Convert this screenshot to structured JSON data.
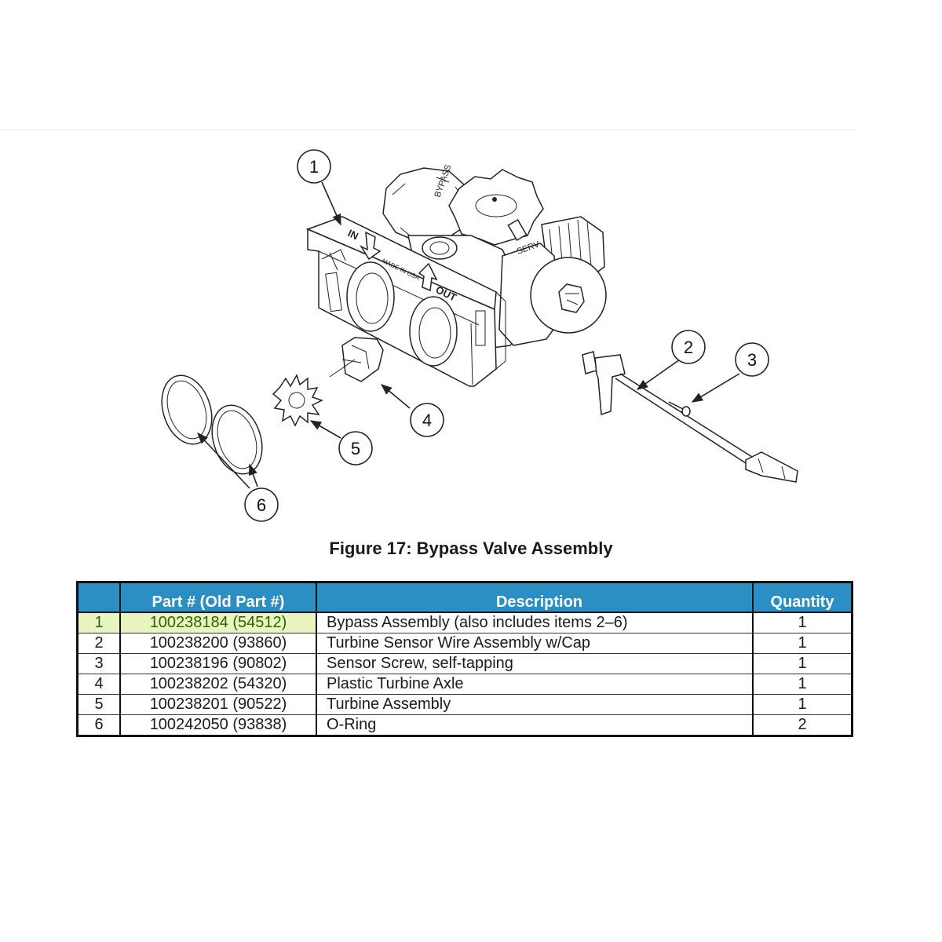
{
  "figure": {
    "caption": "Figure 17: Bypass Valve Assembly",
    "callouts": [
      "1",
      "2",
      "3",
      "4",
      "5",
      "6"
    ],
    "body_markings": {
      "in_label": "IN",
      "out_label": "OUT",
      "made_in": "MADE IN USA"
    }
  },
  "table": {
    "headers": {
      "item": "",
      "part": "Part # (Old Part #)",
      "description": "Description",
      "quantity": "Quantity"
    },
    "header_color": "#2c8fc4",
    "highlight_color": "#e8f5bf",
    "rows": [
      {
        "item": "1",
        "part": "100238184 (54512)",
        "description": "Bypass Assembly (also includes items 2–6)",
        "quantity": "1"
      },
      {
        "item": "2",
        "part": "100238200 (93860)",
        "description": "Turbine Sensor Wire Assembly w/Cap",
        "quantity": "1"
      },
      {
        "item": "3",
        "part": "100238196 (90802)",
        "description": "Sensor Screw, self-tapping",
        "quantity": "1"
      },
      {
        "item": "4",
        "part": "100238202 (54320)",
        "description": "Plastic Turbine Axle",
        "quantity": "1"
      },
      {
        "item": "5",
        "part": "100238201 (90522)",
        "description": "Turbine Assembly",
        "quantity": "1"
      },
      {
        "item": "6",
        "part": "100242050 (93838)",
        "description": "O-Ring",
        "quantity": "2"
      }
    ]
  }
}
